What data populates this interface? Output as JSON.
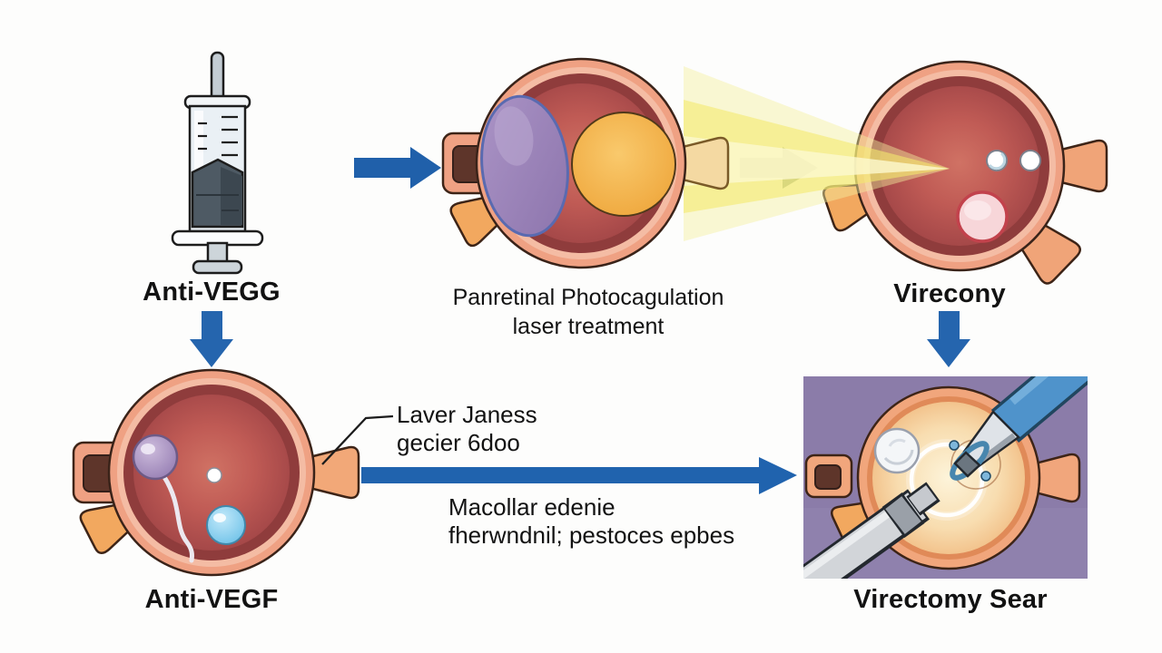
{
  "figure": {
    "type": "medical-diagram",
    "subject": "Eye treatment illustration (anti-VEGF injection, panretinal photocoagulation laser, vitrectomy)"
  },
  "labels": {
    "anti_vegg": "Anti-VEGG",
    "prp_line1": "Panretinal Photocagulation",
    "prp_line2": "laser treatment",
    "virecony": "Virecony",
    "anti_vegf": "Anti-VEGF",
    "callout_line1": "Laver Janess",
    "callout_line2": "gecier 6doo",
    "macular_line1": "Macollar edenie",
    "macular_line2": "fherwndnil; pestoces epbes",
    "vitrectomy_caption": "Virectomy Sear"
  },
  "icons": [
    "syringe-illustration",
    "eye-cross-section-lens-spot",
    "eye-cross-section-laser-beam",
    "eye-cross-section-antivegf",
    "vitrectomy-surgery-panel",
    "arrow-right-icon",
    "arrow-down-icon",
    "long-flow-arrow",
    "laser-beam",
    "leader-line"
  ],
  "colors": {
    "background": "#fdfdfc",
    "text": "#121212",
    "arrow_blue": "#2063ae",
    "arrow_gray_green": "#7e948b",
    "beam_yellow": "#f4ea6e",
    "eye_sclera_salmon": "#efa183",
    "eye_light_band": "#f4bca4",
    "eye_dark_ring": "#8f3c3c",
    "eye_interior_red": "#b75252",
    "lens_purple": "#9c86bb",
    "laser_spot_orange": "#f4b04d",
    "bubble_blue": "#8fd0f0",
    "spot_pink": "#f7d6d9",
    "panel_background_purple": "#8b7ca9",
    "panel_eye_interior_cream": "#fdf3d8",
    "instrument_blue": "#4f93cb",
    "instrument_gray": "#d2d5d9",
    "syringe_plunger_dark": "#4e5a64"
  }
}
